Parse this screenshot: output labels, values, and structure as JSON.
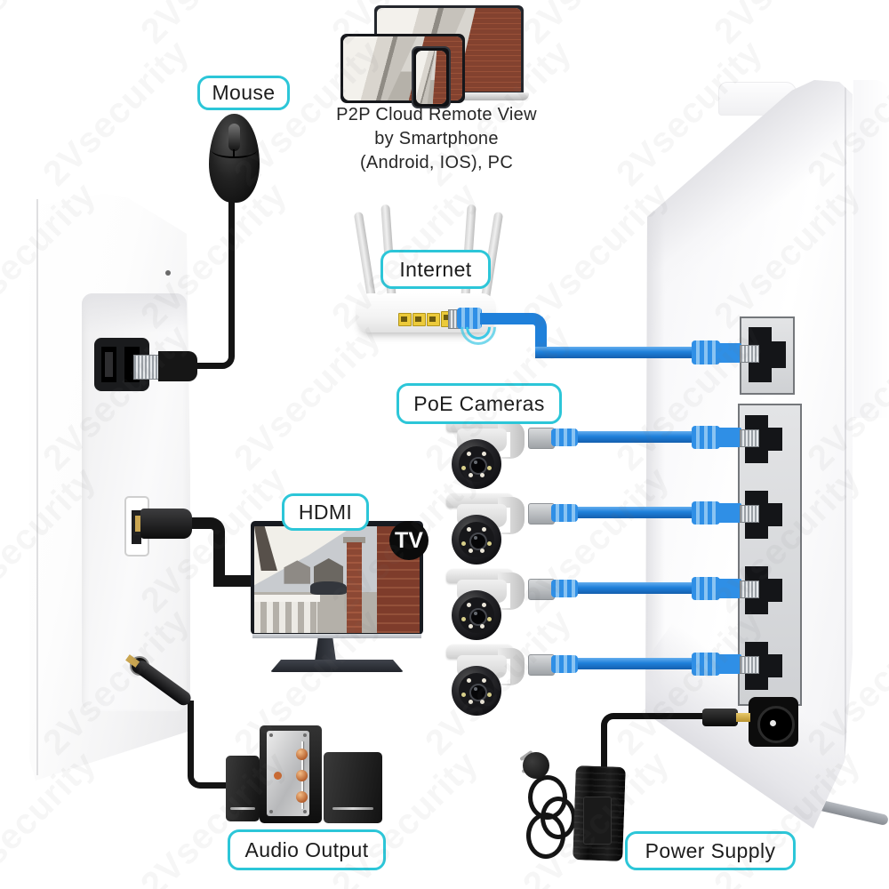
{
  "labels": {
    "mouse": "Mouse",
    "internet": "Internet",
    "poe_cameras": "PoE Cameras",
    "hdmi": "HDMI",
    "audio_output": "Audio Output",
    "power_supply": "Power Supply"
  },
  "caption": {
    "line1": "P2P Cloud Remote View",
    "line2": "by Smartphone",
    "line3": "(Android, IOS), PC"
  },
  "tv_badge": "TV",
  "watermark": {
    "text": "2Vsecurity"
  },
  "counts": {
    "poe_cameras": 4,
    "poe_ports": 4,
    "internet_ports": 1,
    "router_lan_ports": 4
  },
  "colors": {
    "label_border": "#2cc6d8",
    "ethernet_cable": "#1f80da",
    "background": "#ffffff",
    "brick": "#7e3c2b"
  }
}
